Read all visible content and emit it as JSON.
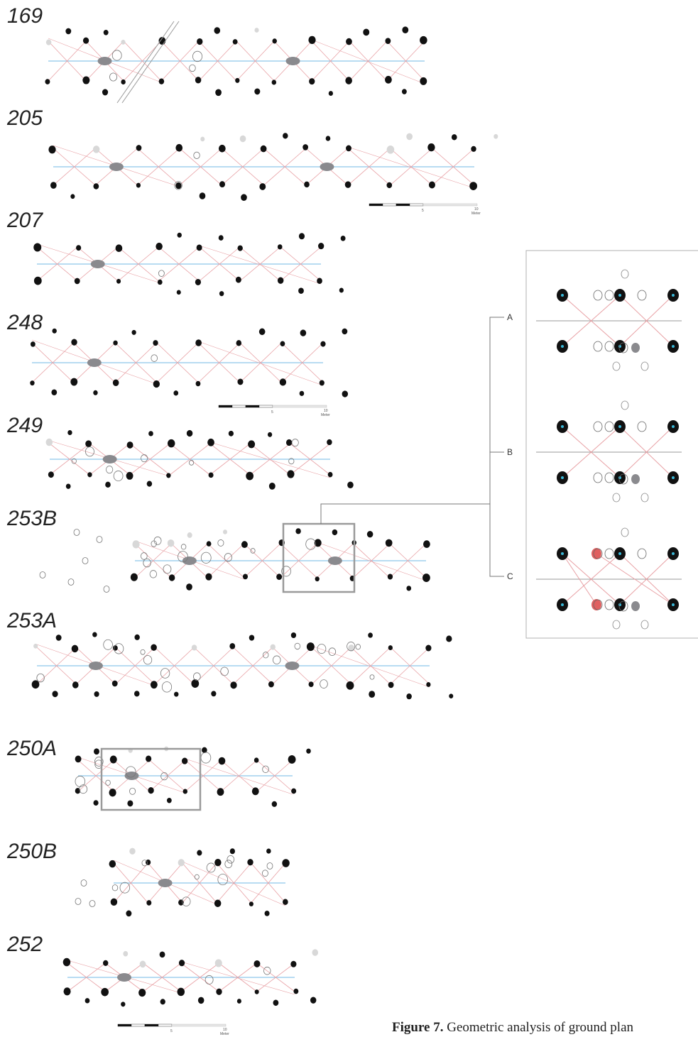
{
  "plans": [
    {
      "id": "169"
    },
    {
      "id": "205"
    },
    {
      "id": "207"
    },
    {
      "id": "248"
    },
    {
      "id": "249"
    },
    {
      "id": "253B"
    },
    {
      "id": "253A"
    },
    {
      "id": "250A"
    },
    {
      "id": "250B"
    },
    {
      "id": "252"
    }
  ],
  "scalebar": {
    "mid_label": "5",
    "end_label": "10",
    "unit": "Meter"
  },
  "detail": {
    "branches": [
      "A",
      "B",
      "C"
    ]
  },
  "caption": {
    "prefix": "Figure 7.",
    "text": " Geometric analysis of ground plan"
  },
  "colors": {
    "center_axis": "#8ec8ea",
    "diagonal": "#e8a0a4",
    "post_black": "#111111",
    "post_grey": "#8a8a8e",
    "post_light": "#d8d8d8",
    "post_red": "#e06060",
    "post_dot": "#39b8d8",
    "frame": "#9a9a9a"
  }
}
